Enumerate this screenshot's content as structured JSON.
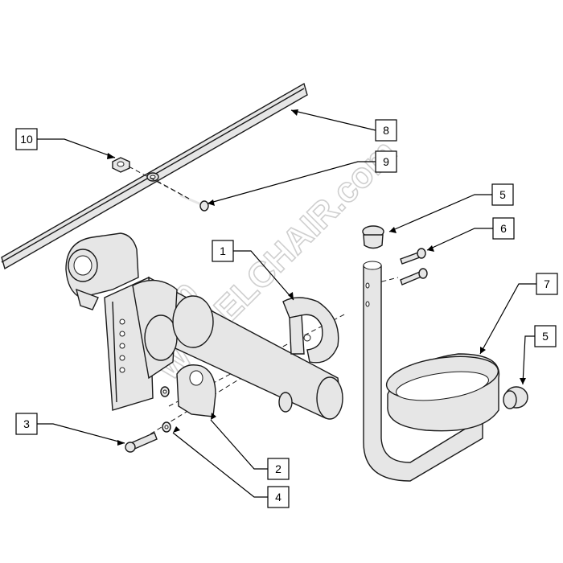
{
  "diagram": {
    "watermark_line1": "1-800",
    "watermark_line2": "WHEELCHAIR.com",
    "callouts": [
      {
        "id": "10",
        "label": "10"
      },
      {
        "id": "8",
        "label": "8"
      },
      {
        "id": "9",
        "label": "9"
      },
      {
        "id": "5a",
        "label": "5"
      },
      {
        "id": "6",
        "label": "6"
      },
      {
        "id": "1",
        "label": "1"
      },
      {
        "id": "7",
        "label": "7"
      },
      {
        "id": "5b",
        "label": "5"
      },
      {
        "id": "3",
        "label": "3"
      },
      {
        "id": "2",
        "label": "2"
      },
      {
        "id": "4",
        "label": "4"
      }
    ]
  }
}
